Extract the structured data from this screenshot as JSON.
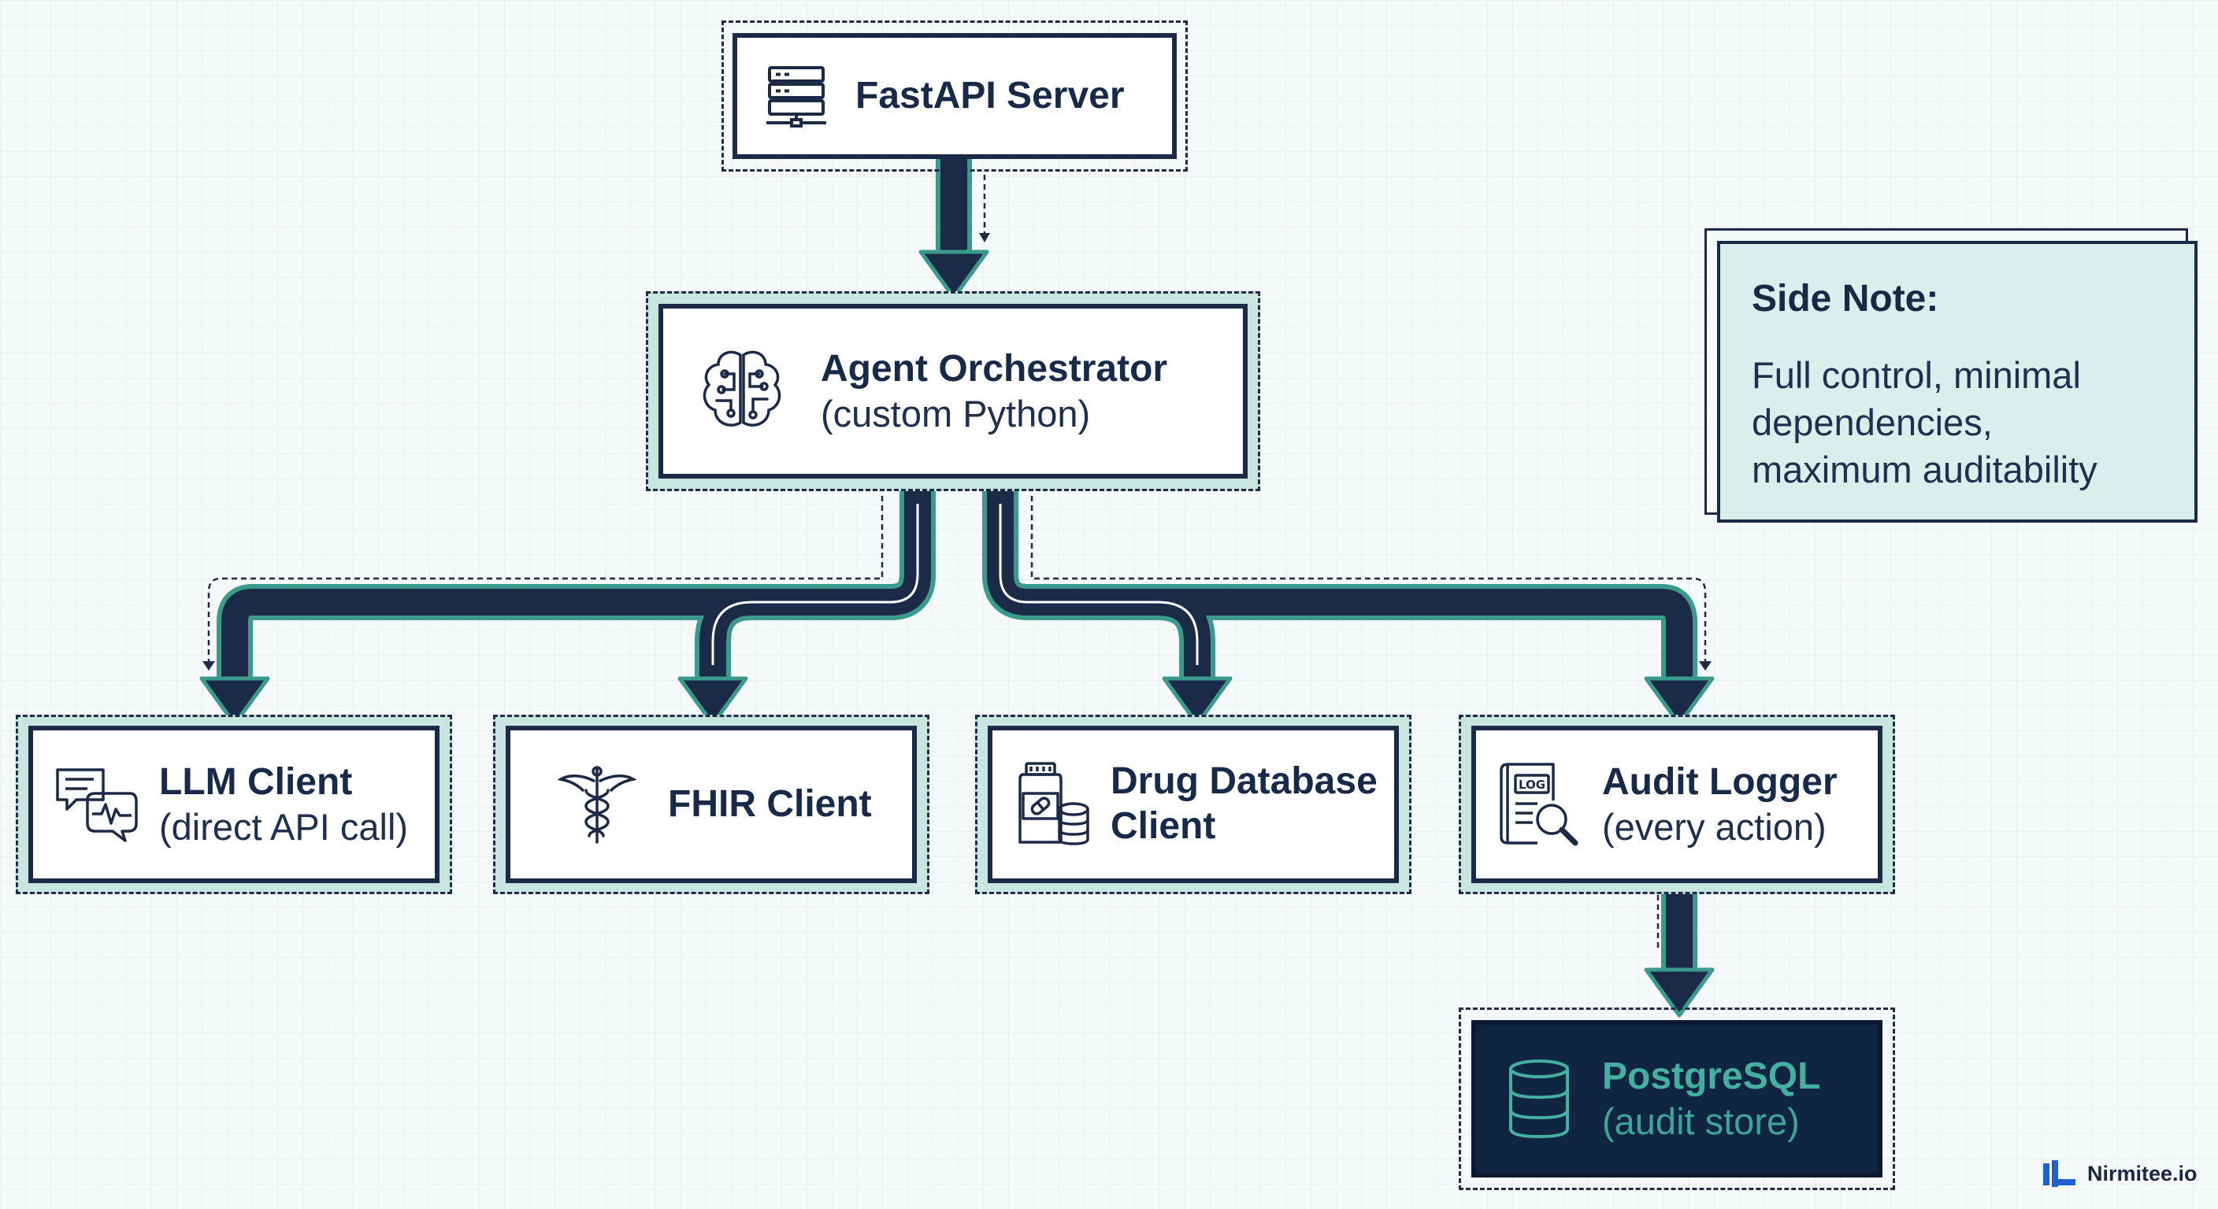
{
  "nodes": {
    "fastapi": {
      "title": "FastAPI Server",
      "icon": "server-icon"
    },
    "orchestrator": {
      "title": "Agent Orchestrator",
      "subtitle": "(custom Python)",
      "icon": "brain-circuit-icon"
    },
    "llm": {
      "title": "LLM Client",
      "subtitle": "(direct API call)",
      "icon": "chat-waveform-icon"
    },
    "fhir": {
      "title": "FHIR Client",
      "icon": "caduceus-icon"
    },
    "drug": {
      "title": "Drug Database",
      "subtitle": "Client",
      "icon": "pill-bottle-database-icon"
    },
    "audit": {
      "title": "Audit Logger",
      "subtitle": "(every action)",
      "icon": "log-search-icon"
    },
    "postgres": {
      "title": "PostgreSQL",
      "subtitle": "(audit store)",
      "icon": "database-icon"
    }
  },
  "edges": [
    {
      "from": "FastAPI Server",
      "to": "Agent Orchestrator"
    },
    {
      "from": "Agent Orchestrator",
      "to": "LLM Client"
    },
    {
      "from": "Agent Orchestrator",
      "to": "FHIR Client"
    },
    {
      "from": "Agent Orchestrator",
      "to": "Drug Database Client"
    },
    {
      "from": "Agent Orchestrator",
      "to": "Audit Logger"
    },
    {
      "from": "Audit Logger",
      "to": "PostgreSQL"
    }
  ],
  "side_note": {
    "heading": "Side Note:",
    "lines": [
      "Full control, minimal",
      "dependencies,",
      "maximum auditability"
    ]
  },
  "brand": {
    "name": "Nirmitee.io",
    "icon": "nirmitee-logo-icon"
  },
  "colors": {
    "navy": "#1b2a47",
    "teal": "#3a9a8c",
    "teal_light": "#c9e5e0",
    "dark_box": "#0f2541",
    "dark_box_text": "#44b0a0"
  }
}
